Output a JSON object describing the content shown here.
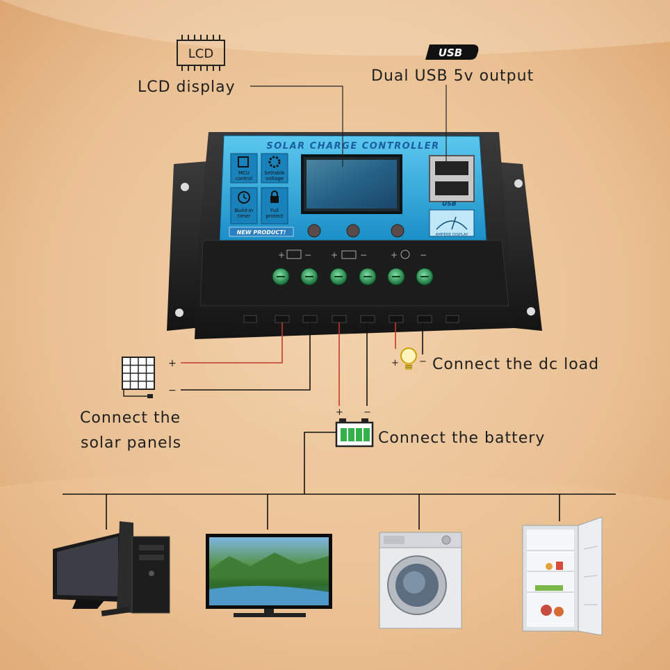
{
  "callouts": {
    "lcd_badge": "LCD",
    "lcd": "LCD display",
    "usb_badge": "USB",
    "usb": "Dual USB 5v output",
    "dc_load": "Connect the dc load",
    "solar_line1": "Connect the",
    "solar_line2": "solar panels",
    "battery": "Connect the battery"
  },
  "controller": {
    "title": "SOLAR CHARGE CONTROLLER",
    "features": [
      {
        "label_line1": "MCU",
        "label_line2": "control",
        "icon": "chip-icon"
      },
      {
        "label_line1": "Settable",
        "label_line2": "voltage",
        "icon": "gear-icon"
      },
      {
        "label_line1": "Build-in",
        "label_line2": "timer",
        "icon": "clock-icon"
      },
      {
        "label_line1": "Full",
        "label_line2": "protect",
        "icon": "lock-icon"
      }
    ],
    "new_product": "NEW PRODUCT!",
    "usb_label": "USB",
    "ampere_display": "AMPERE DISPLAY"
  },
  "polarity": {
    "plus": "+",
    "minus": "−"
  },
  "appliances": [
    {
      "name": "desktop-computer",
      "icon": "computer-icon"
    },
    {
      "name": "television",
      "icon": "tv-icon"
    },
    {
      "name": "washing-machine",
      "icon": "washer-icon"
    },
    {
      "name": "refrigerator",
      "icon": "fridge-icon"
    }
  ],
  "colors": {
    "background": "#e8bf93",
    "panel_blue": "#1ea6d8",
    "controller_black": "#262626",
    "terminal_green": "#1e8a4a",
    "battery_green": "#33b04a",
    "wire_red": "#c0392b",
    "wire_black": "#111111"
  }
}
